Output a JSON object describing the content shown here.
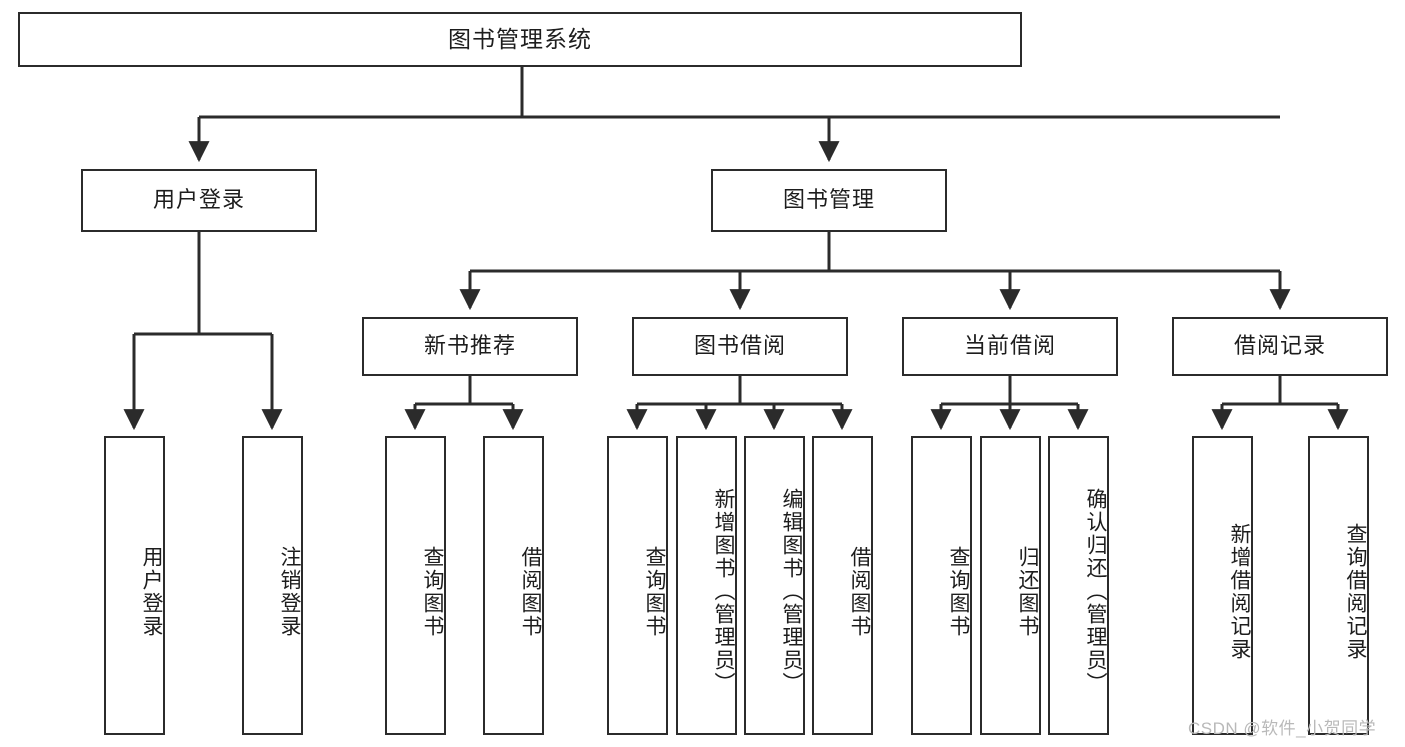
{
  "diagram": {
    "title": "图书管理系统",
    "type": "功能结构图",
    "root": {
      "label": "图书管理系统"
    },
    "level2": [
      {
        "label": "用户登录"
      },
      {
        "label": "图书管理"
      }
    ],
    "level3": [
      {
        "label": "新书推荐"
      },
      {
        "label": "图书借阅"
      },
      {
        "label": "当前借阅"
      },
      {
        "label": "借阅记录"
      }
    ],
    "leaves": {
      "user_login": [
        {
          "label": "用户登录"
        },
        {
          "label": "注销登录"
        }
      ],
      "new_book_recommend": [
        {
          "label": "查询图书"
        },
        {
          "label": "借阅图书"
        }
      ],
      "book_borrow": [
        {
          "label": "查询图书"
        },
        {
          "label": "新增图书（管理员）"
        },
        {
          "label": "编辑图书（管理员）"
        },
        {
          "label": "借阅图书"
        }
      ],
      "current_borrow": [
        {
          "label": "查询图书"
        },
        {
          "label": "归还图书"
        },
        {
          "label": "确认归还（管理员）"
        }
      ],
      "borrow_record": [
        {
          "label": "新增借阅记录"
        },
        {
          "label": "查询借阅记录"
        }
      ]
    }
  },
  "watermark": {
    "text": "CSDN @软件_小贺同学"
  },
  "colors": {
    "stroke": "#2b2b2b",
    "background": "#ffffff",
    "text": "#1d1d1d",
    "watermark": "#b9b9b9"
  }
}
